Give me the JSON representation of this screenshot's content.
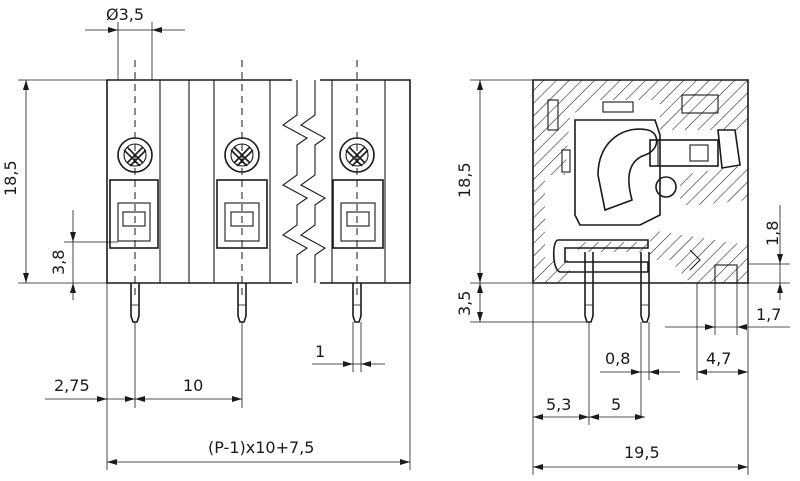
{
  "front_view": {
    "diameter": "Ø3,5",
    "height": "18,5",
    "clamp_height": "3,8",
    "pin_spacing": "1",
    "edge_offset": "2,75",
    "pitch": "10",
    "total_length": "(P-1)x10+7,5"
  },
  "side_view": {
    "height": "18,5",
    "pin_length": "3,5",
    "right_height": "1,8",
    "right_offset": "1,7",
    "pin_width": "0,8",
    "right_distance": "4,7",
    "left_offset": "5,3",
    "pin_pitch": "5",
    "total_width": "19,5"
  }
}
